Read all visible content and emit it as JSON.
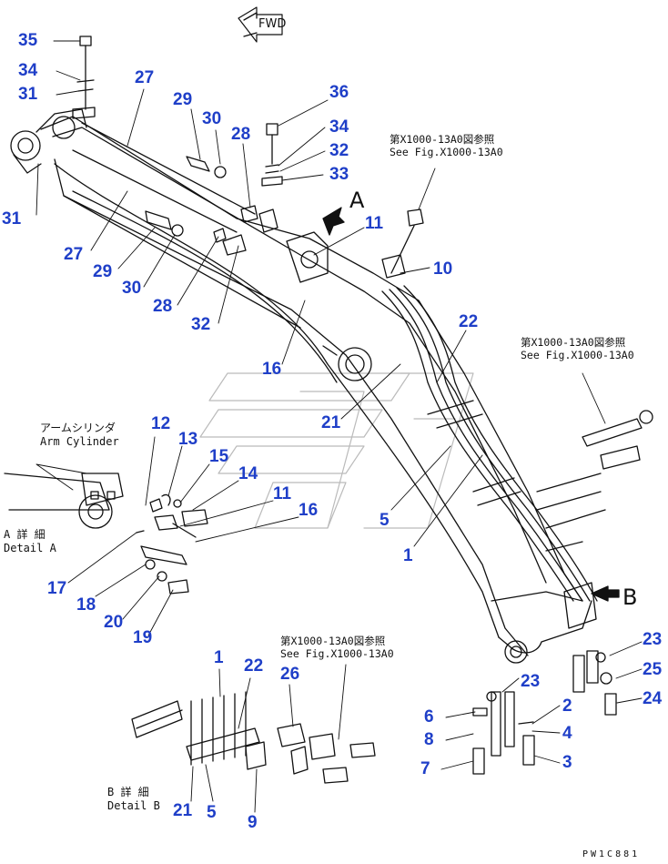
{
  "fwd_label": "FWD",
  "view_letters": {
    "a": "A",
    "b": "B"
  },
  "notes": {
    "top": {
      "jp": "第X1000-13A0図参照",
      "en": "See Fig.X1000-13A0"
    },
    "right": {
      "jp": "第X1000-13A0図参照",
      "en": "See Fig.X1000-13A0"
    },
    "bottom": {
      "jp": "第X1000-13A0図参照",
      "en": "See Fig.X1000-13A0"
    }
  },
  "arm_cylinder": {
    "jp": "アームシリンダ",
    "en": "Arm Cylinder"
  },
  "detail_a": {
    "jp": "A 詳 細",
    "en": "Detail A"
  },
  "detail_b": {
    "jp": "B 詳 細",
    "en": "Detail B"
  },
  "drawing_code": "PW1C881",
  "colors": {
    "callout": "#1f3fc8",
    "line": "#111111"
  },
  "callouts": {
    "c35": "35",
    "c34a": "34",
    "c31a": "31",
    "c27a": "27",
    "c29a": "29",
    "c30a": "30",
    "c28a": "28",
    "c36": "36",
    "c34b": "34",
    "c32a": "32",
    "c33": "33",
    "c31b": "31",
    "c27b": "27",
    "c29b": "29",
    "c30b": "30",
    "c28b": "28",
    "c32b": "32",
    "c11a": "11",
    "c10": "10",
    "c22a": "22",
    "c16a": "16",
    "c21a": "21",
    "c12": "12",
    "c13": "13",
    "c15": "15",
    "c14": "14",
    "c11b": "11",
    "c16b": "16",
    "c5a": "5",
    "c1a": "1",
    "c17": "17",
    "c18": "18",
    "c20": "20",
    "c19": "19",
    "c1b": "1",
    "c22b": "22",
    "c26": "26",
    "c23a": "23",
    "c23b": "23",
    "c25": "25",
    "c24": "24",
    "c6": "6",
    "c2": "2",
    "c8": "8",
    "c4": "4",
    "c7": "7",
    "c3": "3",
    "c21b": "21",
    "c5b": "5",
    "c9": "9"
  }
}
